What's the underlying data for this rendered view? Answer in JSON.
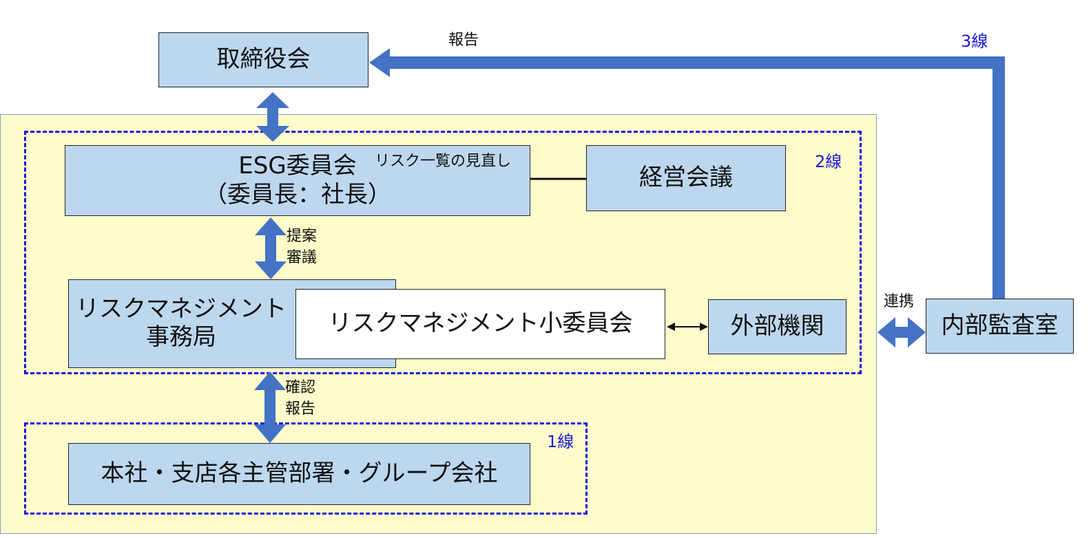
{
  "colors": {
    "box_fill": "#bdd7ee",
    "zone_fill": "#fffccc",
    "dashed_border": "#1010e6",
    "arrow": "#4472c4",
    "line_label": "#1c1cd6"
  },
  "nodes": {
    "board": "取締役会",
    "esg_line1": "ESG委員会",
    "esg_line2": "（委員長：社長）",
    "management_meeting": "経営会議",
    "rm_office_line1": "リスクマネジメント",
    "rm_office_line2": "事務局",
    "rm_subcommittee": "リスクマネジメント小委員会",
    "external": "外部機関",
    "audit": "内部監査室",
    "hq": "本社・支店各主管部署・グループ会社"
  },
  "labels": {
    "report_top": "報告",
    "risk_review": "リスク一覧の見直し",
    "proposal": "提案",
    "deliberation": "審議",
    "confirm": "確認",
    "report_bottom": "報告",
    "cooperation": "連携",
    "line1": "1線",
    "line2": "2線",
    "line3": "3線"
  },
  "icons": {
    "double_arrow": "double-arrow-icon",
    "left_arrow": "arrow-left-icon"
  }
}
